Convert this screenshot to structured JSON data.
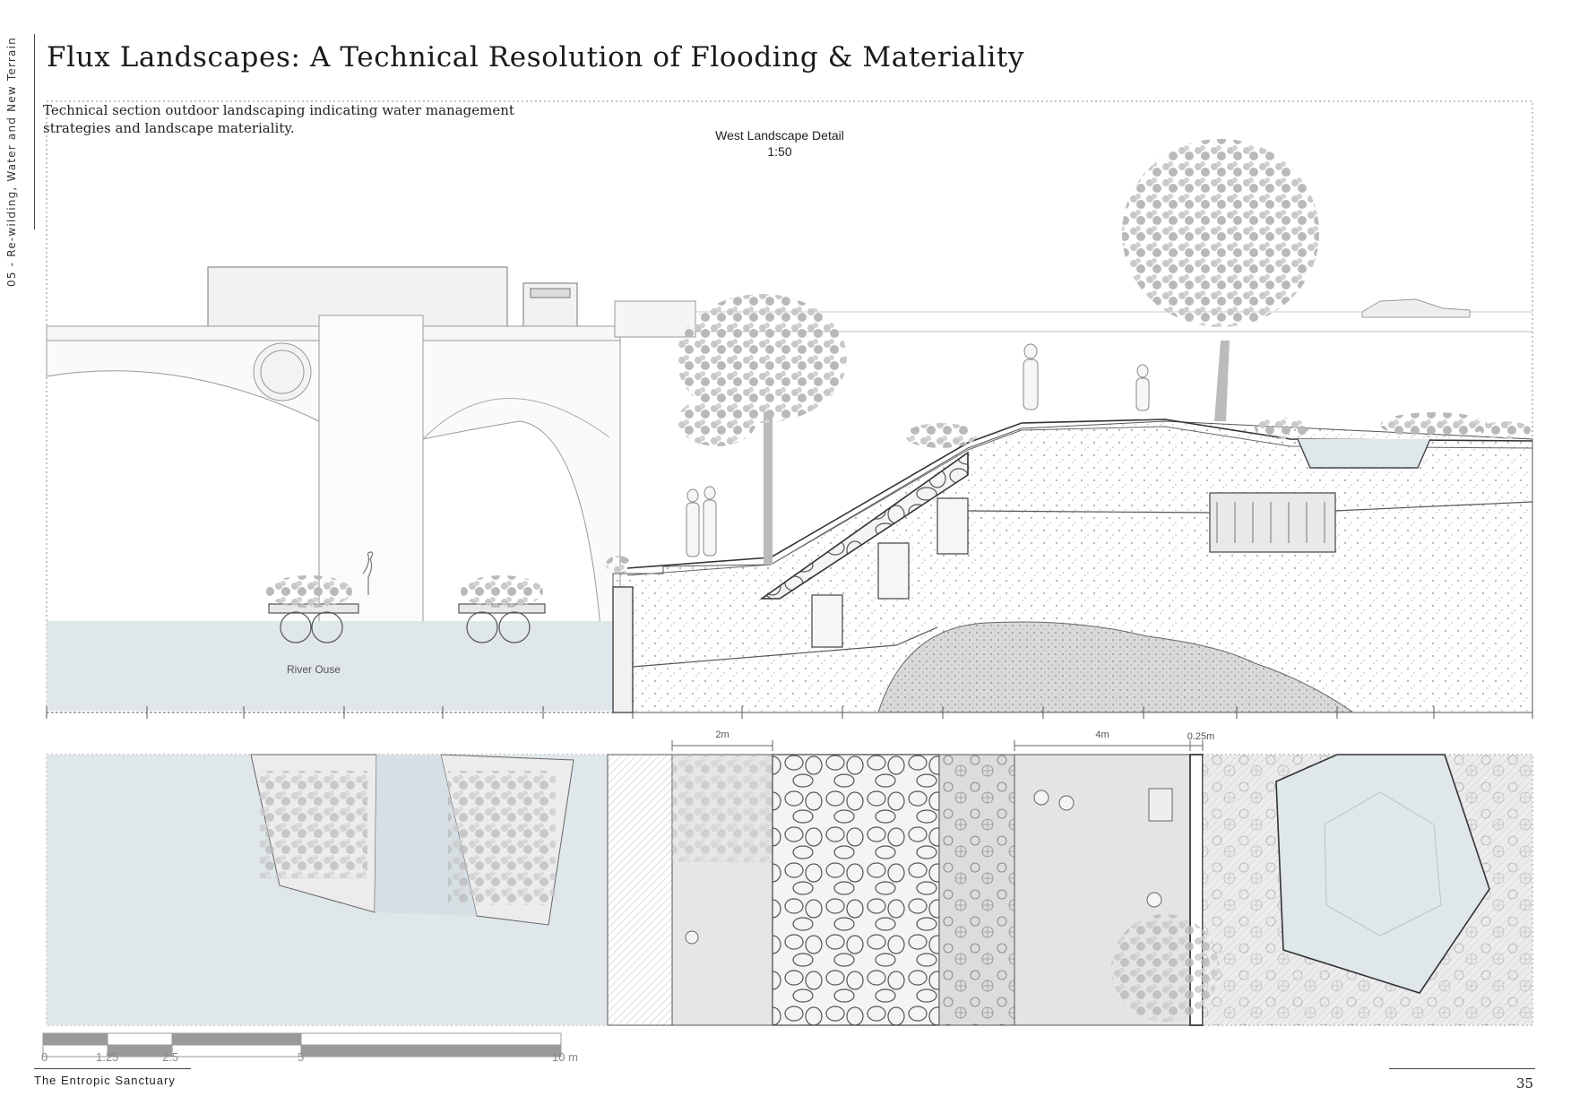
{
  "sidebar": {
    "chapter_label": "05 - Re-wilding, Water and New Terrain"
  },
  "header": {
    "title": "Flux Landscapes: A Technical  Resolution of Flooding & Materiality",
    "description": "Technical section outdoor landscaping indicating water management strategies and landscape materiality."
  },
  "section": {
    "detail_title": "West Landscape Detail",
    "detail_scale": "1:50",
    "river_label": "River Ouse"
  },
  "plan": {
    "dimension_labels": [
      "2m",
      "4m",
      "0.25m"
    ]
  },
  "scale_bar": {
    "labels": [
      "0",
      "1.25",
      "2.5",
      "5",
      "10 m"
    ]
  },
  "footer": {
    "project_name": "The Entropic Sanctuary",
    "page_number": "35"
  },
  "colors": {
    "water": "#dfe7ea",
    "ink": "#333333",
    "soil_dot": "#b5b5b5",
    "hatch": "#c9c9c9"
  }
}
